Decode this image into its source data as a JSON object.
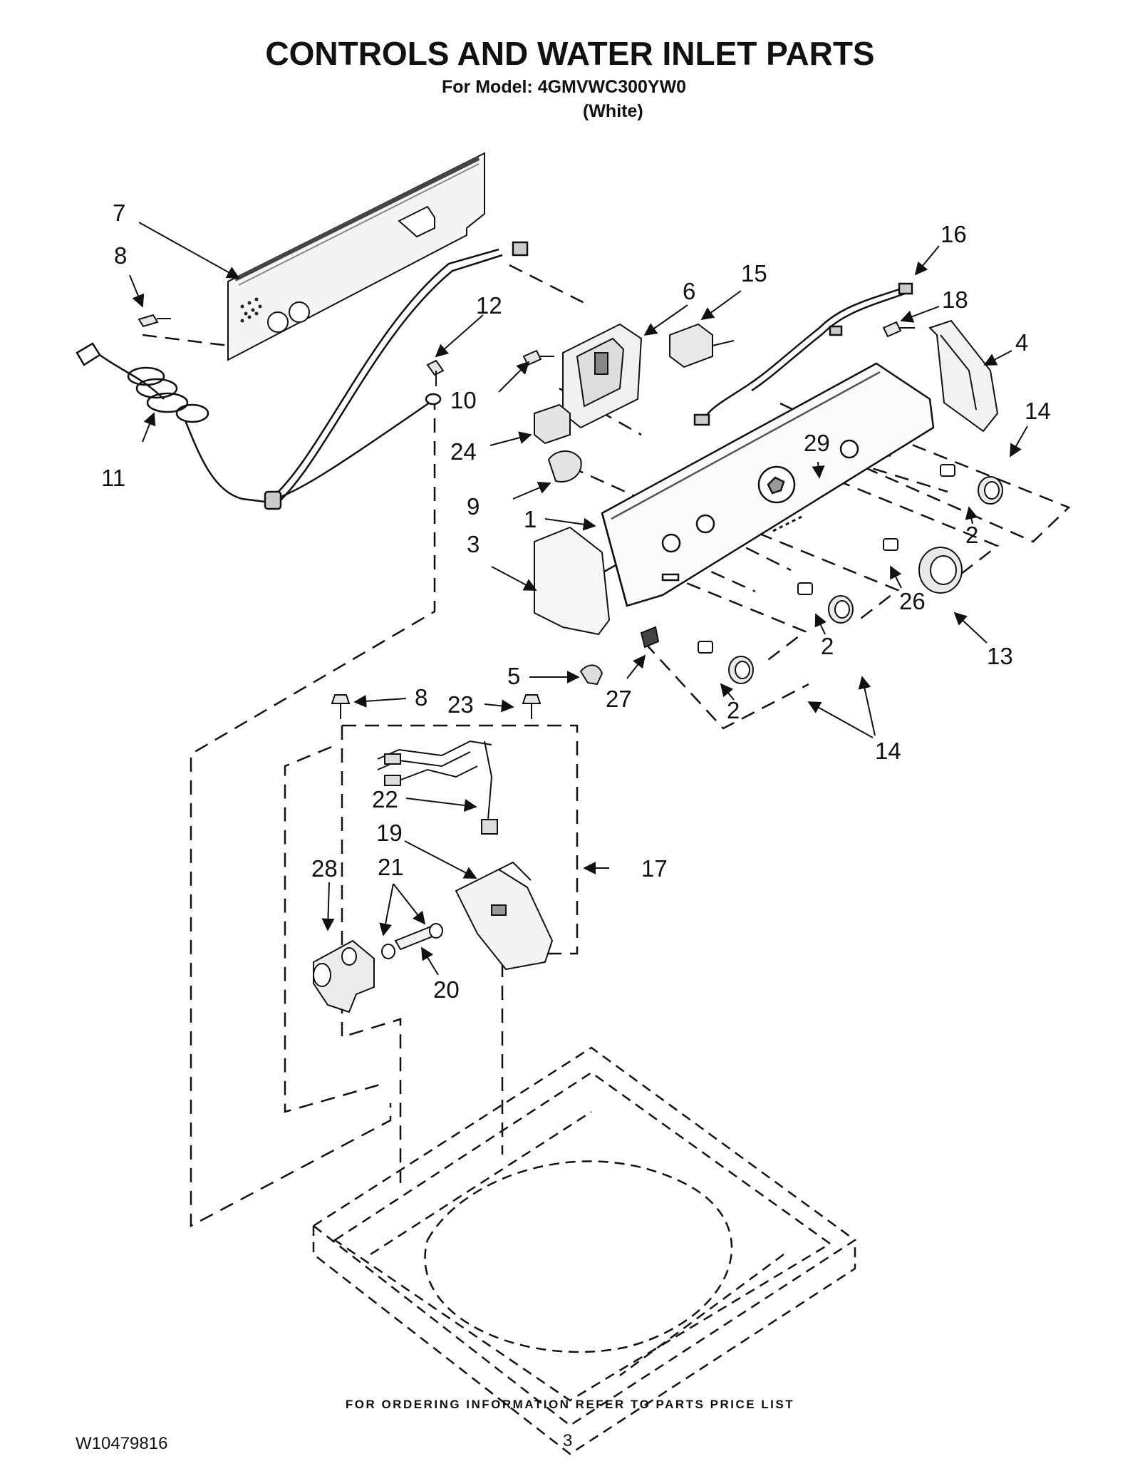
{
  "header": {
    "title": "CONTROLS AND WATER INLET PARTS",
    "model_line": "For Model: 4GMVWC300YW0",
    "color_line": "(White)"
  },
  "callouts": {
    "c7": "7",
    "c8a": "8",
    "c12": "12",
    "c6": "6",
    "c15": "15",
    "c16": "16",
    "c18": "18",
    "c4": "4",
    "c10": "10",
    "c11": "11",
    "c24": "24",
    "c29": "29",
    "c14a": "14",
    "c9": "9",
    "c1": "1",
    "c2a": "2",
    "c3": "3",
    "c26": "26",
    "c13": "13",
    "c2b": "2",
    "c5": "5",
    "c27": "27",
    "c2c": "2",
    "c8b": "8",
    "c23": "23",
    "c14b": "14",
    "c22": "22",
    "c19": "19",
    "c17": "17",
    "c28": "28",
    "c21": "21",
    "c20": "20"
  },
  "footer": {
    "note": "FOR ORDERING INFORMATION REFER TO PARTS PRICE LIST",
    "doc_number": "W10479816",
    "page_number": "3"
  }
}
